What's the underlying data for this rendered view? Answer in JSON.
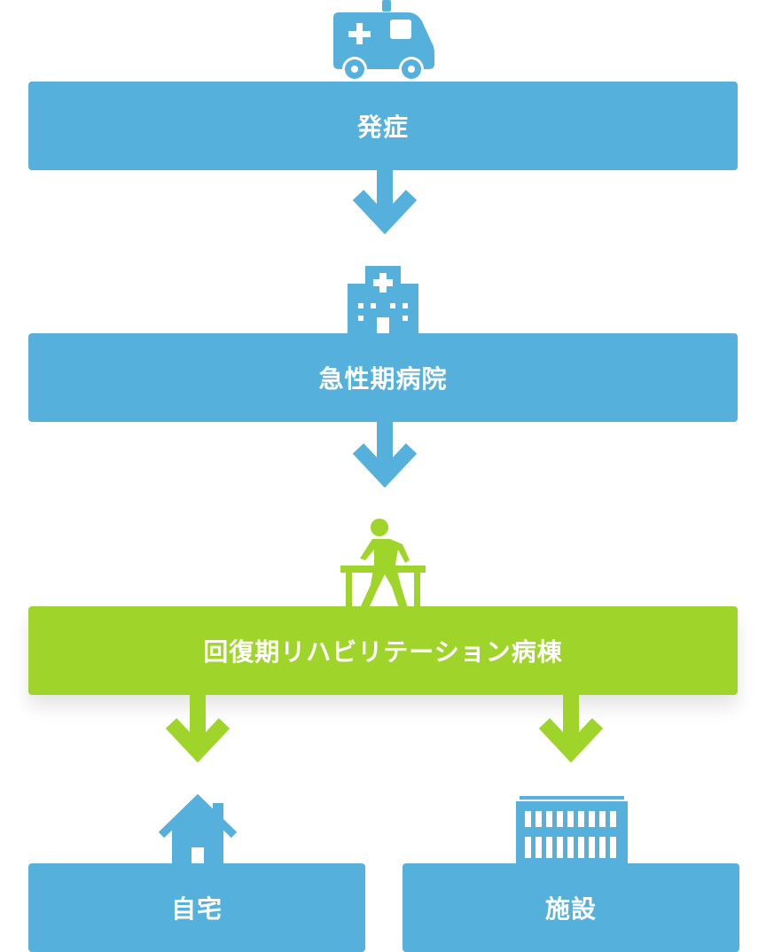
{
  "steps": {
    "onset": "発症",
    "acute": "急性期病院",
    "recovery": "回復期リハビリテーション病棟",
    "home": "自宅",
    "facility": "施設"
  },
  "colors": {
    "blue": "#56b0dc",
    "green": "#9fd42a",
    "white": "#ffffff"
  },
  "icons": {
    "onset": "ambulance-icon",
    "acute": "hospital-icon",
    "recovery": "rehabilitation-walker-icon",
    "home": "house-icon",
    "facility": "facility-building-icon"
  }
}
